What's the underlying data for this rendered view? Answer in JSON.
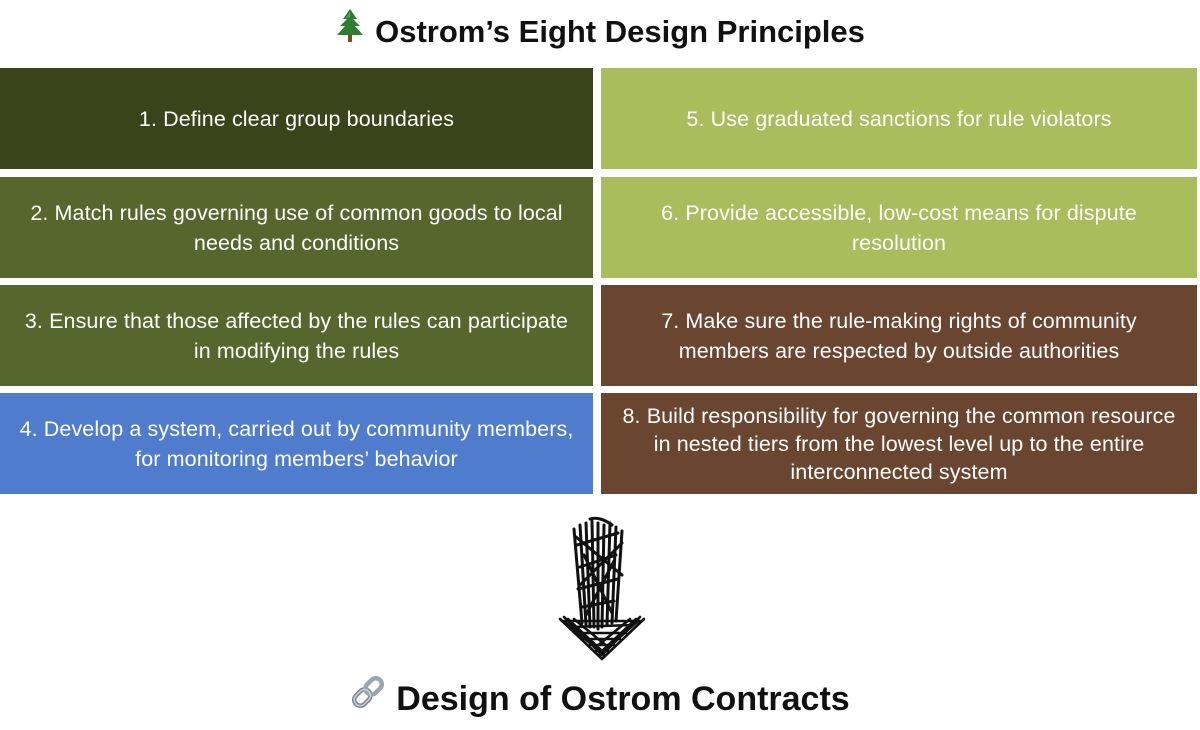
{
  "header": {
    "title": "Ostrom’s Eight Design Principles",
    "icon": "tree-icon"
  },
  "principles": [
    {
      "label": "1. Define clear group boundaries",
      "color": "#3a4319"
    },
    {
      "label": "2. Match rules governing use of common goods to local needs and conditions",
      "color": "#55672d"
    },
    {
      "label": "3. Ensure that those affected by the rules can participate in modifying the rules",
      "color": "#55672d"
    },
    {
      "label": "4. Develop a system, carried out by community members, for monitoring members’ behavior",
      "color": "#4f7ccc"
    },
    {
      "label": "5. Use graduated sanctions for rule violators",
      "color": "#a9bd5d"
    },
    {
      "label": "6. Provide accessible, low-cost means for dispute resolution",
      "color": "#a9bd5d"
    },
    {
      "label": "7. Make sure the rule-making rights of community members are respected by outside authorities",
      "color": "#6a4631"
    },
    {
      "label": "8. Build responsibility for governing the common resource in nested tiers from the lowest level up to the entire interconnected system",
      "color": "#6a4631"
    }
  ],
  "arrow": {
    "icon": "scribbled-down-arrow-icon",
    "color": "#111111"
  },
  "footer": {
    "title": "Design of Ostrom Contracts",
    "icon": "link-icon"
  }
}
